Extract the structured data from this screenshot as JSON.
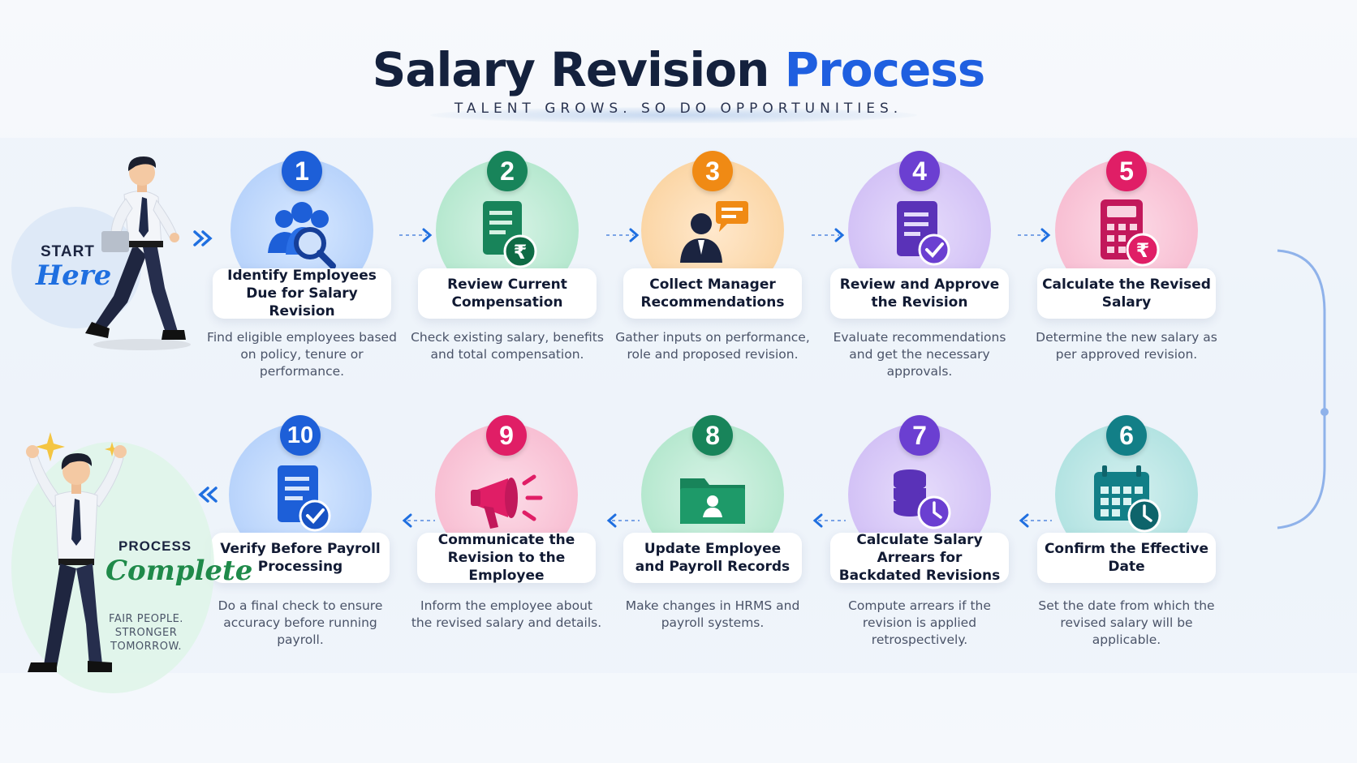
{
  "header": {
    "title_main": "Salary Revision Process",
    "title_accent": "Process",
    "subtitle": "TALENT GROWS. SO DO OPPORTUNITIES."
  },
  "start": {
    "label": "START",
    "script": "Here"
  },
  "finish": {
    "label": "PROCESS",
    "script": "Complete",
    "tagline": "FAIR PEOPLE. STRONGER TOMORROW."
  },
  "colors": {
    "navy": "#14213d",
    "accent": "#1f5fe0",
    "step1": "#1d5fd8",
    "step2": "#18845a",
    "step3": "#f08a14",
    "step4": "#6b3fd1",
    "step5": "#e01e66",
    "step6": "#127f87",
    "step7": "#6b3fd1",
    "step8": "#18845a",
    "step9": "#e01e66",
    "step10": "#1d5fd8"
  },
  "steps": [
    {
      "number": "1",
      "title": "Identify Employees Due for Salary Revision",
      "description": "Find eligible employees based on policy, tenure or performance.",
      "icon": "people-search-icon"
    },
    {
      "number": "2",
      "title": "Review Current Compensation",
      "description": "Check existing salary, benefits and total compensation.",
      "icon": "document-rupee-icon"
    },
    {
      "number": "3",
      "title": "Collect Manager Recommendations",
      "description": "Gather inputs on performance, role and proposed revision.",
      "icon": "manager-chat-icon"
    },
    {
      "number": "4",
      "title": "Review and Approve the Revision",
      "description": "Evaluate recommendations and get the necessary approvals.",
      "icon": "document-check-icon"
    },
    {
      "number": "5",
      "title": "Calculate the Revised Salary",
      "description": "Determine the new salary as per approved revision.",
      "icon": "calculator-rupee-icon"
    },
    {
      "number": "6",
      "title": "Confirm the Effective Date",
      "description": "Set the date from which the revised salary will be applicable.",
      "icon": "calendar-clock-icon"
    },
    {
      "number": "7",
      "title": "Calculate Salary Arrears for Backdated Revisions",
      "description": "Compute arrears if the revision is applied retrospectively.",
      "icon": "coins-clock-icon"
    },
    {
      "number": "8",
      "title": "Update Employee and Payroll Records",
      "description": "Make changes in HRMS and payroll systems.",
      "icon": "folder-user-icon"
    },
    {
      "number": "9",
      "title": "Communicate the Revision to the Employee",
      "description": "Inform the employee about the revised salary and details.",
      "icon": "megaphone-icon"
    },
    {
      "number": "10",
      "title": "Verify Before Payroll Processing",
      "description": "Do a final check to ensure accuracy before running payroll.",
      "icon": "document-verify-icon"
    }
  ]
}
